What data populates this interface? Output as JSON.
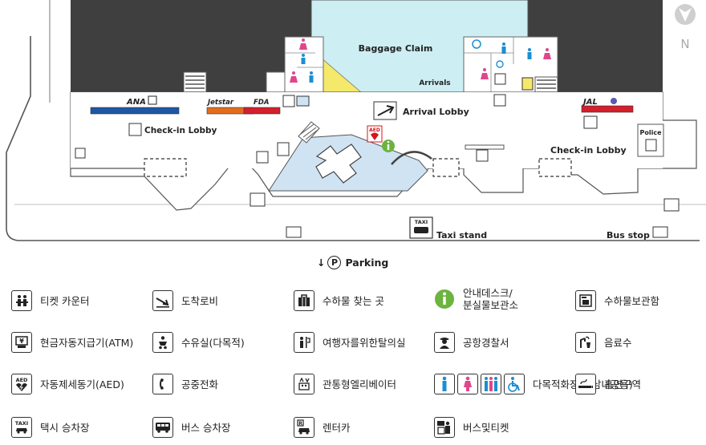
{
  "compass": {
    "label": "N"
  },
  "map": {
    "baggage_claim": "Baggage Claim",
    "arrivals": "Arrivals",
    "arrival_lobby": "Arrival Lobby",
    "checkin_lobby_west": "Check-in Lobby",
    "checkin_lobby_east": "Check-in Lobby",
    "police": "Police",
    "taxi_stand": "Taxi stand",
    "bus_stop": "Bus stop",
    "taxi_sign": "TAXI",
    "aed_sign": "AED",
    "airlines": {
      "ana": "ANA",
      "jetstar": "Jetstar",
      "fda": "FDA",
      "jal": "JAL"
    },
    "colors": {
      "ana": "#1f56a6",
      "jetstar": "#e26d1d",
      "fda": "#d41f2c",
      "jal": "#d41f2c",
      "baggage": "#cdeef2",
      "court": "#cfe3f3",
      "info": "#6cb33f",
      "aed": "#d7141a",
      "yellow": "#f4e96a",
      "dark": "#3f3f3f"
    }
  },
  "parking": {
    "symbol": "P",
    "label": "Parking"
  },
  "legend": [
    {
      "icon": "ticket-counter-icon",
      "label": "티켓 카운터"
    },
    {
      "icon": "arrival-lobby-icon",
      "label": "도착로비"
    },
    {
      "icon": "baggage-claim-icon",
      "label": "수하물 찾는 곳"
    },
    {
      "icon": "information-desk-icon",
      "label": "안내데스크/\n분실물보관소"
    },
    {
      "icon": "locker-icon",
      "label": "수하물보관함"
    },
    {
      "icon": "atm-icon",
      "label": "현금자동지급기(ATM)"
    },
    {
      "icon": "nursing-room-icon",
      "label": "수유실(다목적)"
    },
    {
      "icon": "changing-room-icon",
      "label": "여행자를위한탈의실"
    },
    {
      "icon": "police-icon",
      "label": "공항경찰서"
    },
    {
      "icon": "drinking-water-icon",
      "label": "음료수"
    },
    {
      "icon": "aed-icon",
      "label": "자동제세동기(AED)"
    },
    {
      "icon": "public-phone-icon",
      "label": "공중전화"
    },
    {
      "icon": "elevator-icon",
      "label": "관통형엘리베이터"
    },
    {
      "icon": "restroom-icon",
      "label": "다목적화장실(남녀공용)"
    },
    {
      "icon": "smoking-area-icon",
      "label": "흡연구역"
    },
    {
      "icon": "taxi-icon",
      "label": "택시 승차장"
    },
    {
      "icon": "bus-icon",
      "label": "버스 승차장"
    },
    {
      "icon": "rental-car-icon",
      "label": "렌터카"
    },
    {
      "icon": "bus-ticket-icon",
      "label": "버스및티켓"
    }
  ]
}
